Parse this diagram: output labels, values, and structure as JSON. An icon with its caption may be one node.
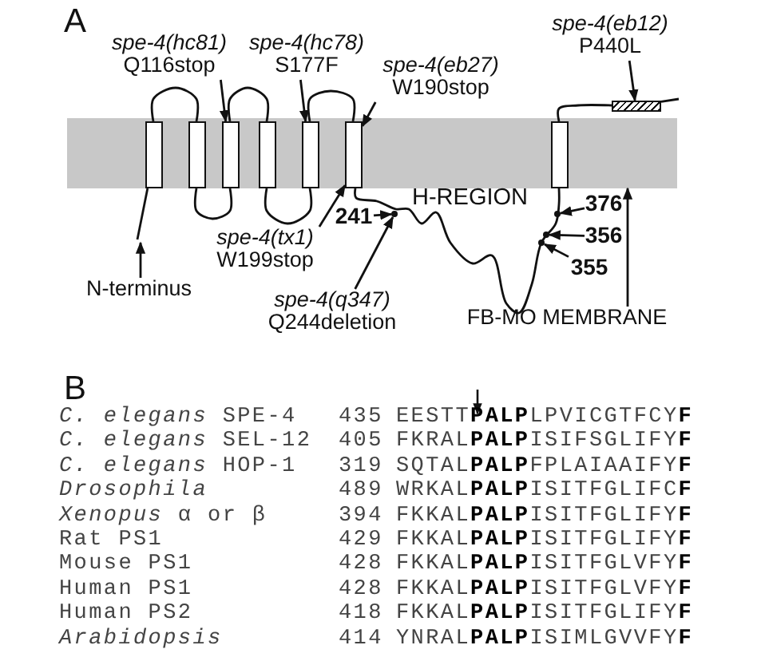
{
  "diagram": {
    "nodes": [
      {
        "text": [],
        "shape": "band"
      },
      {
        "text": [],
        "shape": "box",
        "in": 0
      },
      {
        "text": [],
        "shape": "box",
        "in": 0
      },
      {
        "text": [],
        "shape": "box",
        "in": 0
      },
      {
        "text": [],
        "shape": "box",
        "in": 0
      },
      {
        "text": [],
        "shape": "box",
        "in": 0
      },
      {
        "text": [],
        "shape": "box",
        "in": 0
      },
      {
        "text": [],
        "shape": "box",
        "in": 0
      },
      {
        "text": [],
        "shape": "box"
      },
      {
        "text": [
          "spe-4(hc81)",
          "Q116stop"
        ]
      },
      {
        "text": [
          "spe-4(hc78)",
          "S177F"
        ]
      },
      {
        "text": [
          "spe-4(eb27)",
          "W190stop"
        ]
      },
      {
        "text": [
          "spe-4(eb12)",
          "P440L"
        ]
      },
      {
        "text": [
          "spe-4(tx1)",
          "W199stop"
        ]
      },
      {
        "text": [
          "spe-4(q347)",
          "Q244deletion"
        ]
      },
      {
        "text": [
          "N-terminus"
        ]
      },
      {
        "text": [
          "FB-MO MEMBRANE"
        ]
      },
      {
        "text": [
          "241"
        ]
      },
      {
        "text": [
          "376"
        ]
      },
      {
        "text": [
          "356"
        ]
      },
      {
        "text": [
          "355"
        ]
      },
      {
        "text": [],
        "shape": "circle"
      },
      {
        "text": [],
        "shape": "circle"
      },
      {
        "text": [],
        "shape": "circle"
      },
      {
        "text": [],
        "shape": "circle"
      }
    ],
    "edges": [
      {
        "from": 9,
        "to": 3,
        "arrow": "to"
      },
      {
        "from": 10,
        "to": 5,
        "arrow": "to"
      },
      {
        "from": 11,
        "to": 6,
        "arrow": "to"
      },
      {
        "from": 12,
        "to": 8,
        "arrow": "to"
      },
      {
        "from": 13,
        "to": 6,
        "arrow": "to"
      },
      {
        "from": 14,
        "to": 21,
        "arrow": "to"
      },
      {
        "from": 15,
        "to": null,
        "arrow": "to"
      },
      {
        "from": 16,
        "to": 0,
        "arrow": "to"
      },
      {
        "from": 17,
        "to": 21,
        "arrow": "to"
      },
      {
        "from": 18,
        "to": 22,
        "arrow": "to"
      },
      {
        "from": 19,
        "to": 23,
        "arrow": "to"
      },
      {
        "from": 20,
        "to": 24,
        "arrow": "to"
      },
      {
        "from": 1,
        "to": null,
        "arrow": "none"
      },
      {
        "from": 1,
        "to": 2,
        "arrow": "none"
      },
      {
        "from": 2,
        "to": 3,
        "arrow": "none"
      },
      {
        "from": 3,
        "to": 4,
        "arrow": "none"
      },
      {
        "from": 4,
        "to": 5,
        "arrow": "none"
      },
      {
        "from": 5,
        "to": 6,
        "arrow": "none"
      },
      {
        "from": 6,
        "to": 7,
        "arrow": "none"
      },
      {
        "from": 7,
        "to": 8,
        "arrow": "none"
      },
      {
        "from": 8,
        "to": null,
        "arrow": "none"
      }
    ],
    "labels": [
      "A",
      "H-REGION",
      "B",
      "*C. elegans* SPE-4",
      "435",
      "EESTT**PALP**LPVICGTFCY**F**",
      "*C. elegans* SEL-12",
      "405",
      "FKRAL**PALP**ISIFSGLIFY**F**",
      "*C. elegans* HOP-1",
      "319",
      "SQTAL**PALP**FPLAIAAIFY**F**",
      "Drosophila",
      "489",
      "WRKAL**PALP**ISITFGLIFC**F**",
      "*Xenopus* α or β",
      "394",
      "FKKAL**PALP**ISITFGLIFY**F**",
      "Rat PS1",
      "429",
      "FKKAL**PALP**ISITFGLIFY**F**",
      "Mouse PS1",
      "428",
      "FKKAL**PALP**ISITFGLVFY**F**",
      "Human PS1",
      "428",
      "FKKAL**PALP**ISITFGLVFY**F**",
      "Human PS2",
      "418",
      "FKKAL**PALP**ISITFGLIFY**F**",
      "Arabidopsis",
      "414",
      "YNRAL**PALP**ISIMLGVVFY**F**"
    ]
  }
}
